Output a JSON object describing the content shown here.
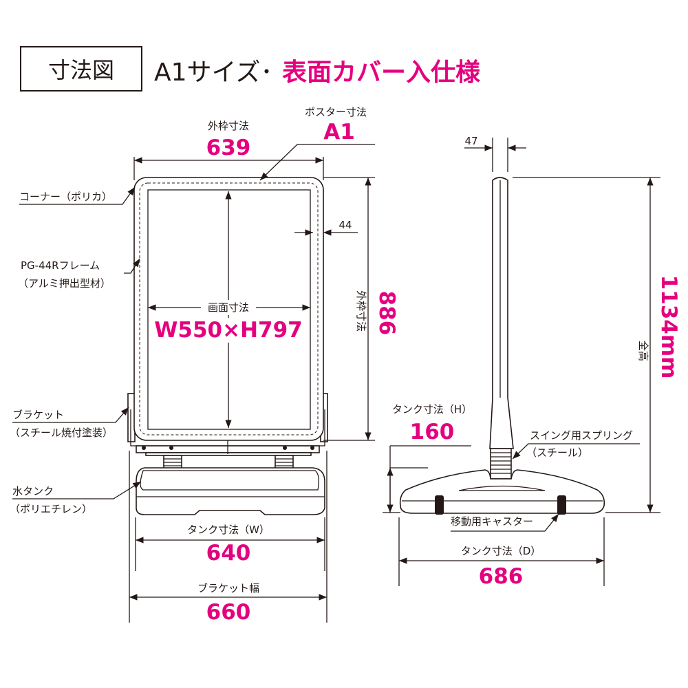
{
  "title": {
    "box_label": "寸法図",
    "size_text": "A1サイズ･",
    "spec_text": "表面カバー入仕様",
    "accent_color": "#e4007f"
  },
  "front": {
    "outer_width_label": "外枠寸法",
    "outer_width_value": "639",
    "poster_label": "ポスター寸法",
    "poster_value": "A1",
    "outer_height_label": "外枠寸法",
    "outer_height_value": "886",
    "frame_width_value": "44",
    "screen_label": "画面寸法",
    "screen_value": "W550×H797",
    "tank_w_label": "タンク寸法（W）",
    "tank_w_value": "640",
    "bracket_w_label": "ブラケット幅",
    "bracket_w_value": "660"
  },
  "parts": {
    "corner": "コーナー（ポリカ）",
    "frame1": "PG-44Rフレーム",
    "frame2": "（アルミ押出型材）",
    "bracket1": "ブラケット",
    "bracket2": "（スチール焼付塗装）",
    "tank1": "水タンク",
    "tank2": "（ポリエチレン）",
    "spring1": "スイング用スプリング",
    "spring2": "（スチール）",
    "caster": "移動用キャスター"
  },
  "side": {
    "depth_value": "47",
    "total_label": "全高",
    "total_value": "1134mm",
    "tank_h_label": "タンク寸法（H）",
    "tank_h_value": "160",
    "tank_d_label": "タンク寸法（D）",
    "tank_d_value": "686"
  }
}
